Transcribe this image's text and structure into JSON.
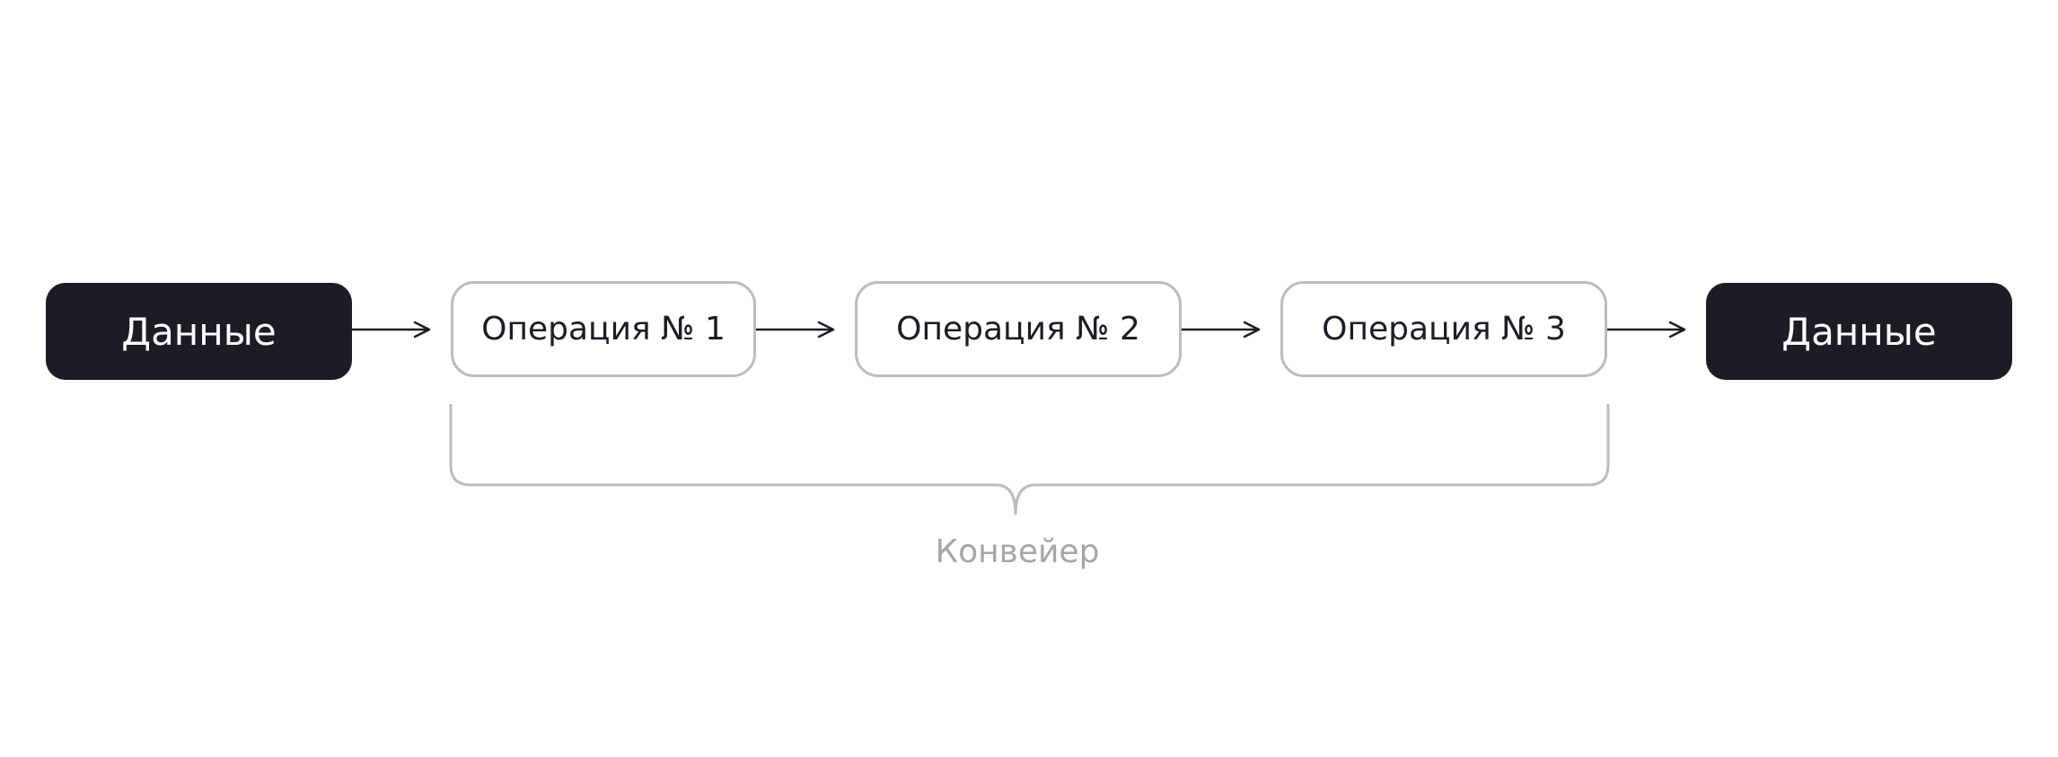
{
  "nodes": {
    "input": {
      "label": "Данные"
    },
    "operations": [
      {
        "label": "Операция № 1"
      },
      {
        "label": "Операция № 2"
      },
      {
        "label": "Операция № 3"
      }
    ],
    "output": {
      "label": "Данные"
    }
  },
  "pipeline": {
    "label": "Конвейер"
  },
  "colors": {
    "dark_node": "#1c1d24",
    "light_border": "#bcbcbc",
    "caption": "#a6a6a6",
    "arrow": "#1c1d24"
  }
}
